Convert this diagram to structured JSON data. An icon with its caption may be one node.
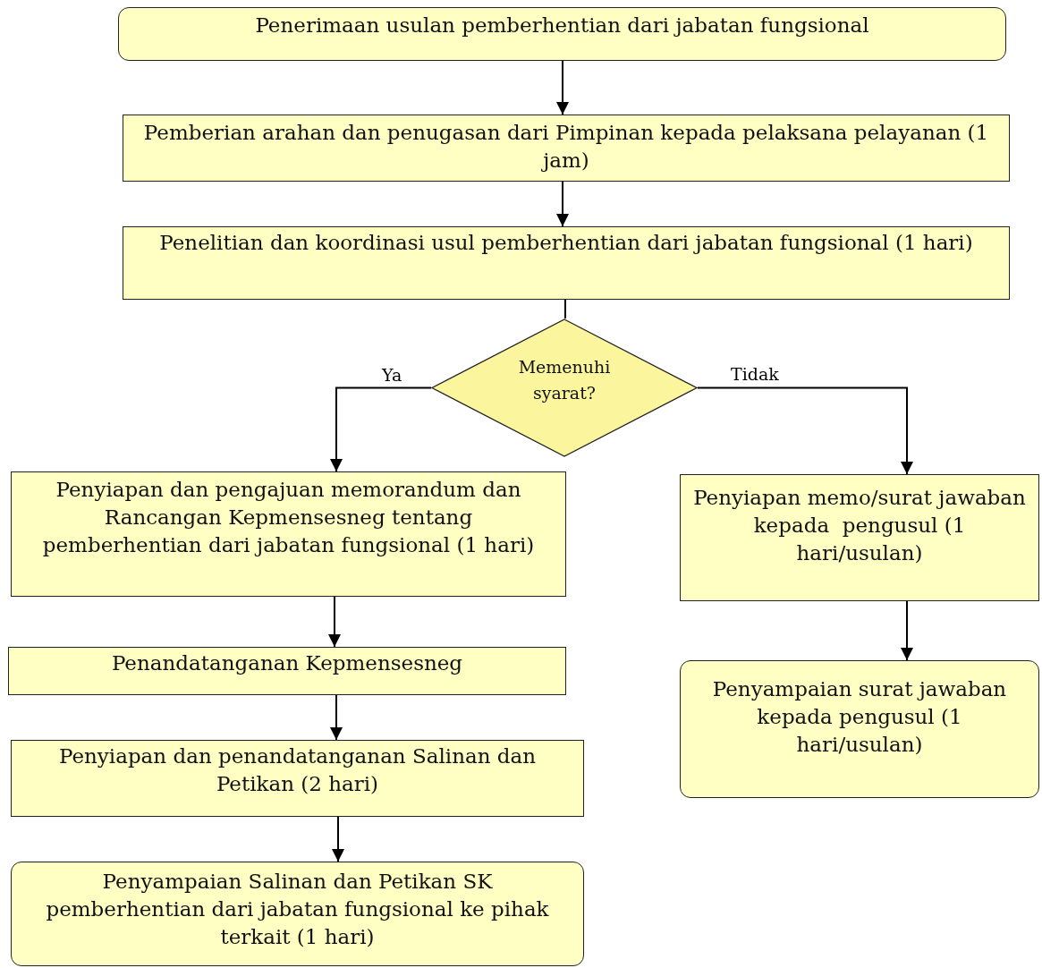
{
  "diagram": {
    "nodes": [
      {
        "text": [
          "Penerimaan usulan pemberhentian dari jabatan fungsional"
        ]
      },
      {
        "text": [
          "Pemberian arahan dan penugasan dari Pimpinan kepada pelaksana pelayanan (1 jam)"
        ]
      },
      {
        "text": [
          "Penelitian dan koordinasi usul pemberhentian dari jabatan fungsional (1 hari)"
        ]
      },
      {
        "text": [
          "Memenuhi syarat?"
        ]
      },
      {
        "text": [
          "Penyiapan dan pengajuan memorandum dan Rancangan Kepmensesneg tentang pemberhentian dari jabatan fungsional (1 hari)"
        ]
      },
      {
        "text": [
          "Penandatanganan Kepmensesneg"
        ]
      },
      {
        "text": [
          "Penyiapan dan penandatanganan Salinan dan Petikan (2 hari)"
        ]
      },
      {
        "text": [
          "Penyampaian Salinan dan Petikan SK pemberhentian dari jabatan fungsional ke pihak terkait (1 hari)"
        ]
      },
      {
        "text": [
          "Penyiapan memo/surat jawaban kepada  pengusul (1 hari/usulan)"
        ]
      },
      {
        "text": [
          "Penyampaian surat jawaban kepada pengusul (1 hari/usulan)"
        ]
      }
    ],
    "edges": [
      {
        "from": 0,
        "to": 1,
        "arrow": "to"
      },
      {
        "from": 1,
        "to": 2,
        "arrow": "to"
      },
      {
        "from": 2,
        "to": 3,
        "arrow": "none"
      },
      {
        "from": 3,
        "to": 4,
        "arrow": "to",
        "label": "Ya"
      },
      {
        "from": 3,
        "to": 8,
        "arrow": "to",
        "label": "Tidak"
      },
      {
        "from": 4,
        "to": 5,
        "arrow": "to"
      },
      {
        "from": 5,
        "to": 6,
        "arrow": "to"
      },
      {
        "from": 6,
        "to": 7,
        "arrow": "to"
      },
      {
        "from": 8,
        "to": 9,
        "arrow": "to"
      }
    ]
  }
}
